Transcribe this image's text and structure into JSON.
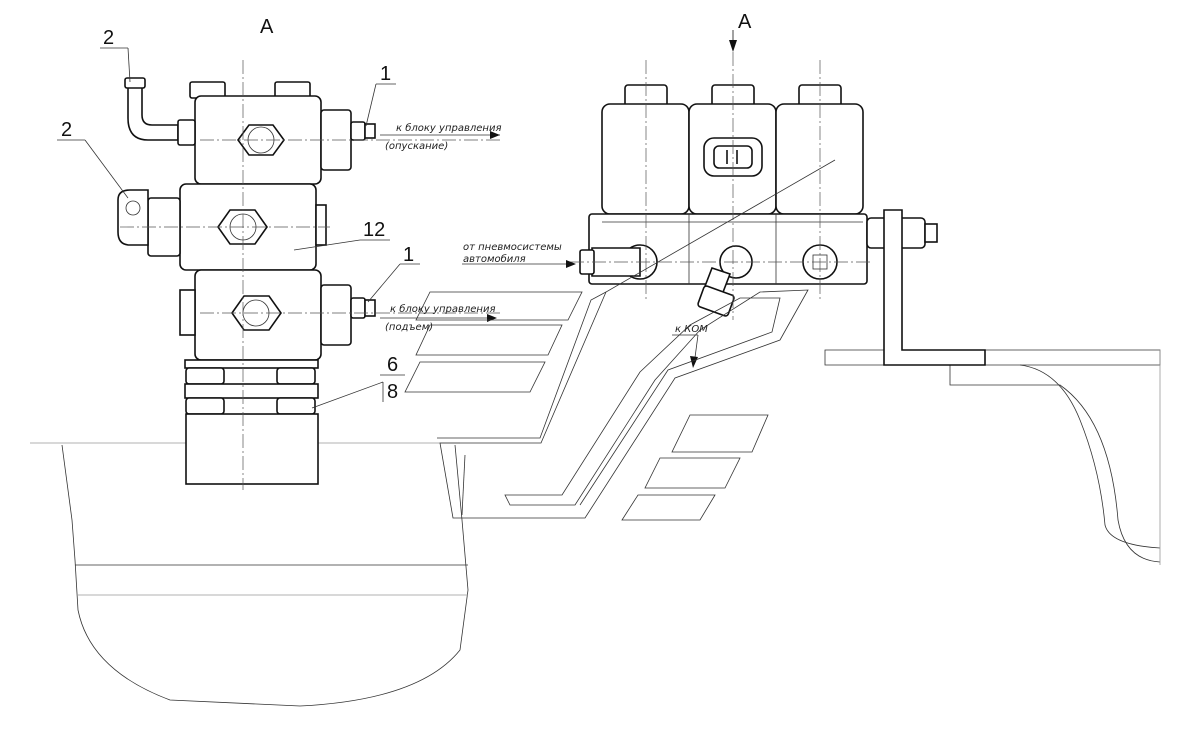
{
  "view_labels": {
    "left_view": "A",
    "right_view": "A"
  },
  "callouts": {
    "c2_top": "2",
    "c2_mid": "2",
    "c1_top": "1",
    "c12": "12",
    "c1_bottom": "1",
    "c6": "6",
    "c8": "8"
  },
  "notes": {
    "to_control_block_1": "к блоку управления",
    "lowering": "(опускание)",
    "to_control_block_2": "к блоку управления",
    "lifting": "(подъем)",
    "from_pneumatic_1": "от пневмосистемы",
    "from_pneumatic_2": "автомобиля",
    "to_pto": "к КОМ"
  },
  "colors": {
    "line": "#111111",
    "background": "#ffffff"
  }
}
